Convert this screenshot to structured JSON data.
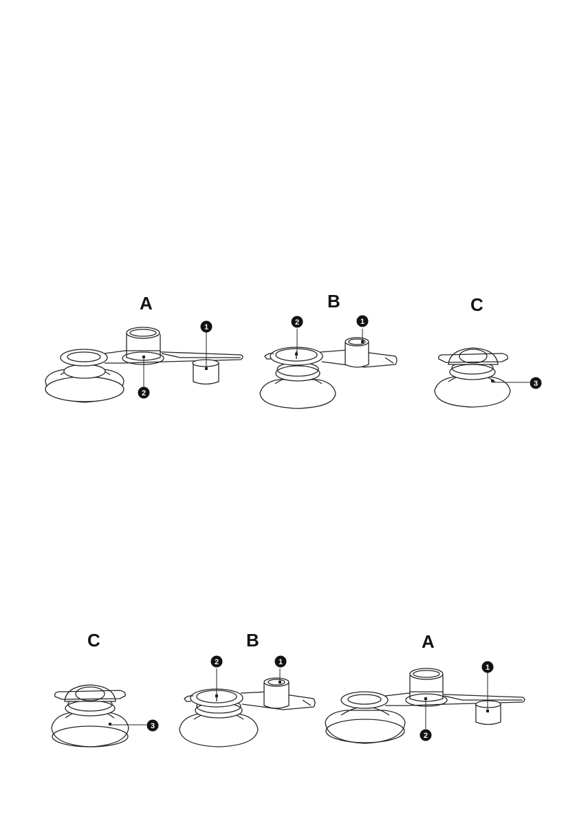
{
  "page": {
    "top_row": {
      "labels": [
        "A",
        "B",
        "C"
      ]
    },
    "bottom_row": {
      "labels": [
        "C",
        "B",
        "A"
      ]
    },
    "callouts": [
      "1",
      "2",
      "3"
    ]
  }
}
